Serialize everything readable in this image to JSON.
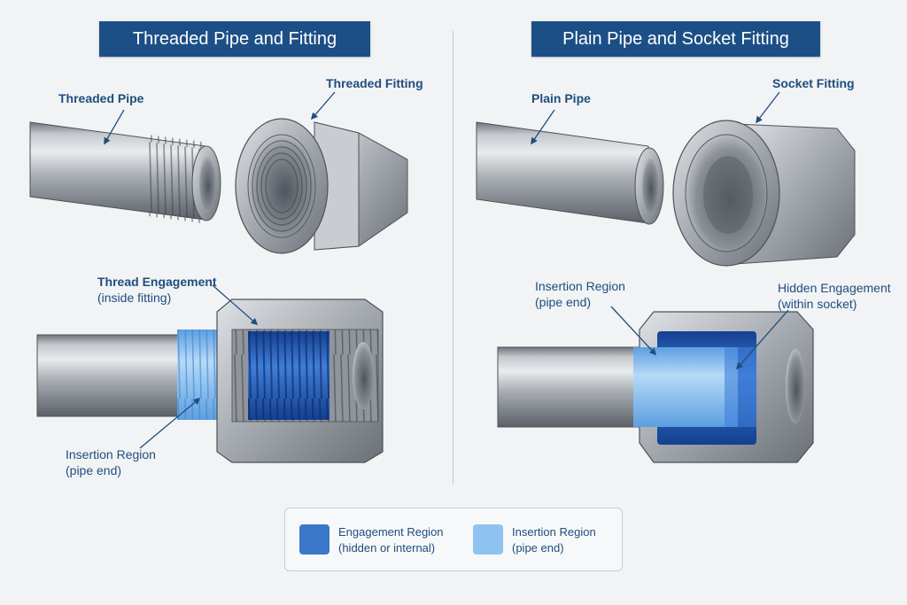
{
  "left_panel": {
    "title": "Threaded Pipe and Fitting",
    "labels": {
      "threaded_pipe": "Threaded Pipe",
      "threaded_fitting": "Threaded Fitting",
      "thread_engagement": "Thread Engagement",
      "thread_engagement_note": "(inside fitting)",
      "insertion_region": "Insertion Region",
      "insertion_region_note": "(pipe end)"
    }
  },
  "right_panel": {
    "title": "Plain Pipe and Socket Fitting",
    "labels": {
      "plain_pipe": "Plain Pipe",
      "socket_fitting": "Socket Fitting",
      "insertion_region": "Insertion Region",
      "insertion_region_note": "(pipe end)",
      "hidden_engagement": "Hidden Engagement",
      "hidden_engagement_note": "(within socket)"
    }
  },
  "legend": {
    "items": [
      {
        "label": "Engagement Region",
        "note": "(hidden or internal)",
        "color": "#3a77c9"
      },
      {
        "label": "Insertion Region",
        "note": "(pipe end)",
        "color": "#8ec3f0"
      }
    ]
  },
  "colors": {
    "title_bg": "#1c4f86",
    "label_text": "#1f4d7e",
    "engagement": "#2f66c4",
    "insertion": "#8ec3f0"
  }
}
